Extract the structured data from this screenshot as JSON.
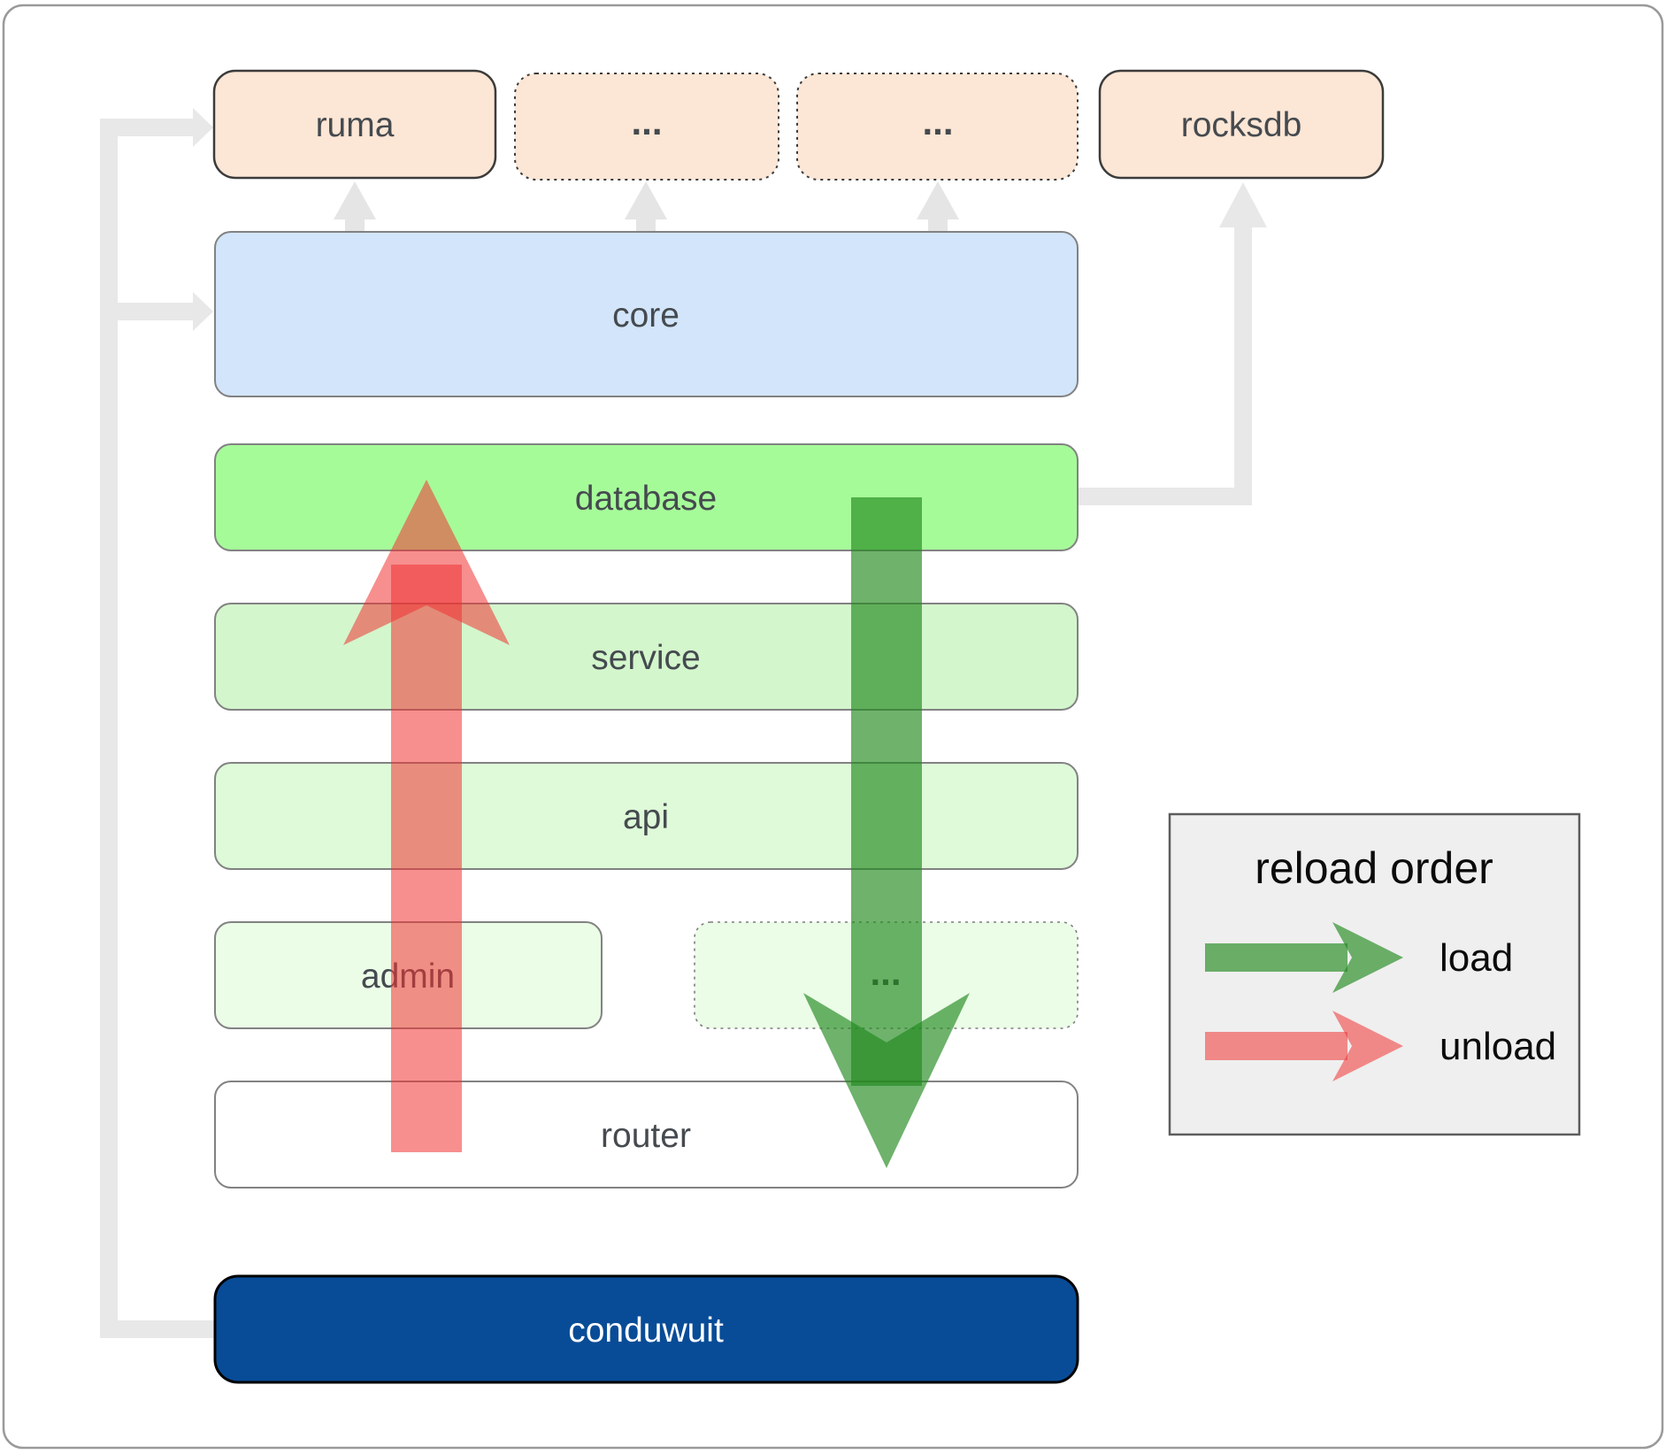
{
  "canvas": {
    "background": "#ffffff",
    "border_color": "#9a9a9a"
  },
  "diagram": {
    "top_row": [
      {
        "label": "ruma",
        "border": "solid",
        "fill": "#fce6d5"
      },
      {
        "label": "...",
        "border": "dotted",
        "fill": "#fce6d5"
      },
      {
        "label": "...",
        "border": "dotted",
        "fill": "#fce6d5"
      },
      {
        "label": "rocksdb",
        "border": "solid",
        "fill": "#fce6d5"
      }
    ],
    "layers": [
      {
        "label": "core",
        "fill": "#d2e5fa"
      },
      {
        "label": "database",
        "fill": "#a6fb99"
      },
      {
        "label": "service",
        "fill": "#d3f6cc"
      },
      {
        "label": "api",
        "fill": "#defad8"
      }
    ],
    "admin_row": [
      {
        "label": "admin",
        "border": "solid",
        "fill": "#ebfce7"
      },
      {
        "label": "...",
        "border": "dotted",
        "fill": "#ebfce7"
      }
    ],
    "router": {
      "label": "router",
      "fill": "#ffffff"
    },
    "app": {
      "label": "conduwuit",
      "fill": "#084c97",
      "text_color": "#ffffff"
    }
  },
  "arrows": {
    "load": {
      "label": "load",
      "color": "#20881d",
      "opacity": "0.65"
    },
    "unload": {
      "label": "unload",
      "color": "#f03333",
      "opacity": "0.55"
    },
    "connector_color": "#e8e8e8"
  },
  "legend": {
    "title": "reload order",
    "background": "#efefef",
    "border_color": "#5c5c5c",
    "items": [
      {
        "label": "load"
      },
      {
        "label": "unload"
      }
    ]
  }
}
